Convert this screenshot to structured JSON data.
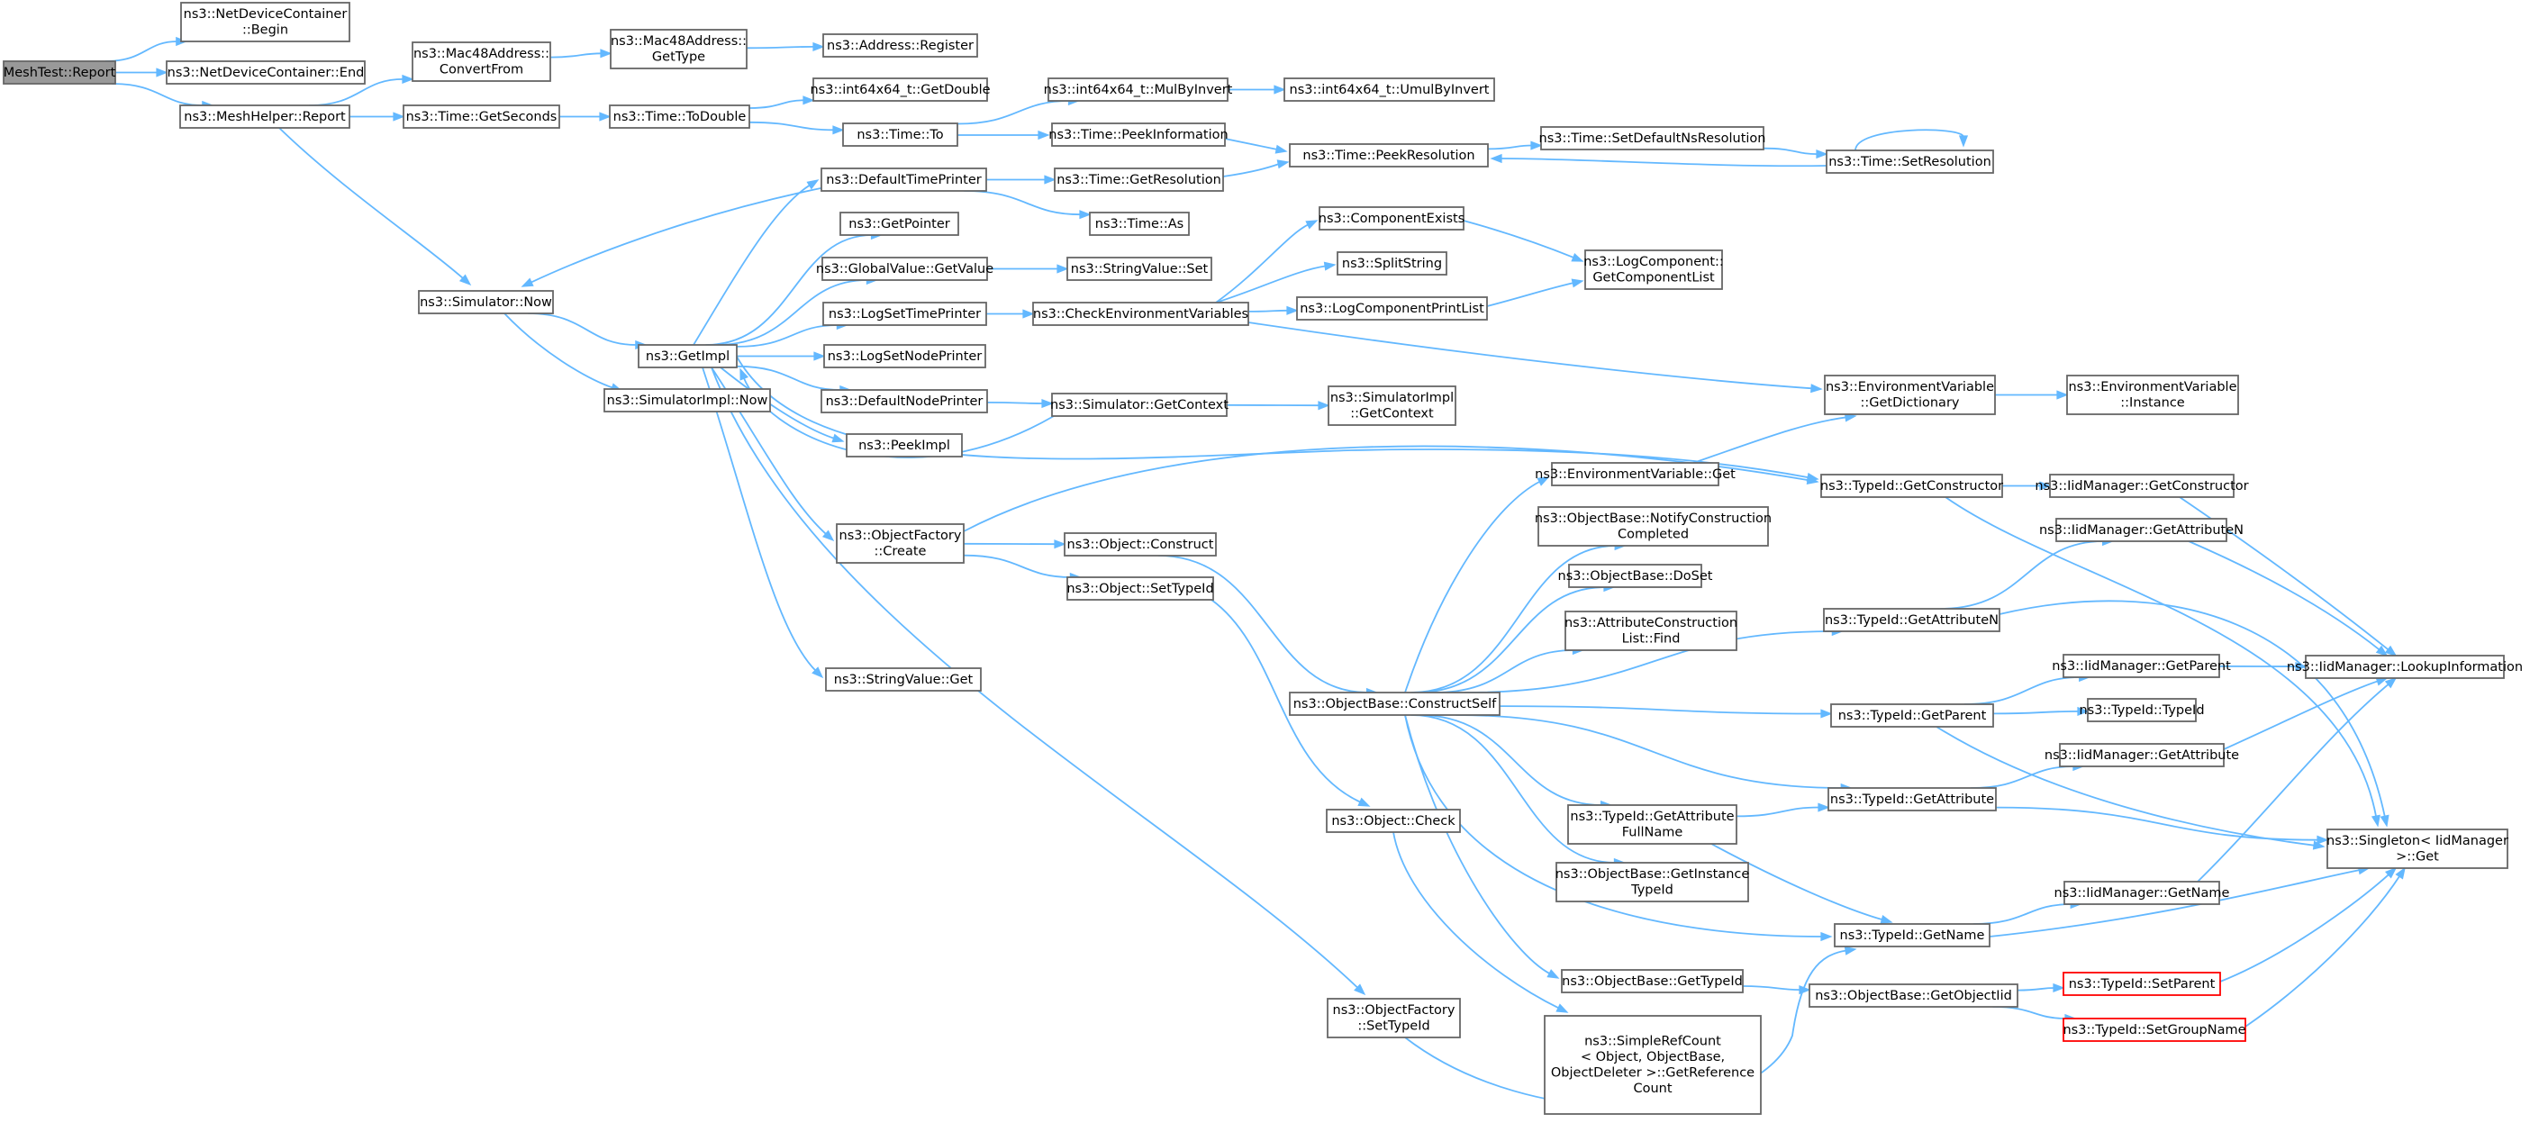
{
  "diagram": {
    "type": "call-graph",
    "colors": {
      "edge": "#63b8ff",
      "node_border": "#666666",
      "root_fill": "#999999",
      "highlight_border": "#ff0000"
    },
    "nodes": [
      {
        "id": "n0",
        "lines": [
          "MeshTest::Report"
        ],
        "root": true
      },
      {
        "id": "n1",
        "lines": [
          "ns3::NetDeviceContainer",
          "::Begin"
        ]
      },
      {
        "id": "n2",
        "lines": [
          "ns3::NetDeviceContainer::End"
        ]
      },
      {
        "id": "n3",
        "lines": [
          "ns3::MeshHelper::Report"
        ]
      },
      {
        "id": "n4",
        "lines": [
          "ns3::Mac48Address::",
          "ConvertFrom"
        ]
      },
      {
        "id": "n5",
        "lines": [
          "ns3::Mac48Address::",
          "GetType"
        ]
      },
      {
        "id": "n6",
        "lines": [
          "ns3::Address::Register"
        ]
      },
      {
        "id": "n7",
        "lines": [
          "ns3::Time::GetSeconds"
        ]
      },
      {
        "id": "n8",
        "lines": [
          "ns3::Time::ToDouble"
        ]
      },
      {
        "id": "n9",
        "lines": [
          "ns3::int64x64_t::GetDouble"
        ]
      },
      {
        "id": "n10",
        "lines": [
          "ns3::Time::To"
        ]
      },
      {
        "id": "n11",
        "lines": [
          "ns3::int64x64_t::MulByInvert"
        ]
      },
      {
        "id": "n12",
        "lines": [
          "ns3::int64x64_t::UmulByInvert"
        ]
      },
      {
        "id": "n13",
        "lines": [
          "ns3::Time::PeekInformation"
        ]
      },
      {
        "id": "n14",
        "lines": [
          "ns3::Time::PeekResolution"
        ]
      },
      {
        "id": "n15",
        "lines": [
          "ns3::Time::SetDefaultNsResolution"
        ]
      },
      {
        "id": "n16",
        "lines": [
          "ns3::Time::SetResolution"
        ]
      },
      {
        "id": "n17",
        "lines": [
          "ns3::Simulator::Now"
        ]
      },
      {
        "id": "n18",
        "lines": [
          "ns3::GetImpl"
        ]
      },
      {
        "id": "n19",
        "lines": [
          "ns3::SimulatorImpl::Now"
        ]
      },
      {
        "id": "n20",
        "lines": [
          "ns3::DefaultTimePrinter"
        ]
      },
      {
        "id": "n21",
        "lines": [
          "ns3::Time::GetResolution"
        ]
      },
      {
        "id": "n22",
        "lines": [
          "ns3::Time::As"
        ]
      },
      {
        "id": "n23",
        "lines": [
          "ns3::GetPointer"
        ]
      },
      {
        "id": "n24",
        "lines": [
          "ns3::GlobalValue::GetValue"
        ]
      },
      {
        "id": "n25",
        "lines": [
          "ns3::StringValue::Set"
        ]
      },
      {
        "id": "n26",
        "lines": [
          "ns3::LogSetTimePrinter"
        ]
      },
      {
        "id": "n27",
        "lines": [
          "ns3::CheckEnvironmentVariables"
        ]
      },
      {
        "id": "n28",
        "lines": [
          "ns3::ComponentExists"
        ]
      },
      {
        "id": "n29",
        "lines": [
          "ns3::SplitString"
        ]
      },
      {
        "id": "n30",
        "lines": [
          "ns3::LogComponentPrintList"
        ]
      },
      {
        "id": "n31",
        "lines": [
          "ns3::LogComponent::",
          "GetComponentList"
        ]
      },
      {
        "id": "n32",
        "lines": [
          "ns3::LogSetNodePrinter"
        ]
      },
      {
        "id": "n33",
        "lines": [
          "ns3::DefaultNodePrinter"
        ]
      },
      {
        "id": "n34",
        "lines": [
          "ns3::Simulator::GetContext"
        ]
      },
      {
        "id": "n35",
        "lines": [
          "ns3::SimulatorImpl",
          "::GetContext"
        ]
      },
      {
        "id": "n36",
        "lines": [
          "ns3::PeekImpl"
        ]
      },
      {
        "id": "n37",
        "lines": [
          "ns3::EnvironmentVariable",
          "::GetDictionary"
        ]
      },
      {
        "id": "n38",
        "lines": [
          "ns3::EnvironmentVariable",
          "::Instance"
        ]
      },
      {
        "id": "n39",
        "lines": [
          "ns3::ObjectFactory",
          "::Create"
        ]
      },
      {
        "id": "n40",
        "lines": [
          "ns3::Object::Construct"
        ]
      },
      {
        "id": "n41",
        "lines": [
          "ns3::Object::SetTypeId"
        ]
      },
      {
        "id": "n42",
        "lines": [
          "ns3::StringValue::Get"
        ]
      },
      {
        "id": "n43",
        "lines": [
          "ns3::EnvironmentVariable::Get"
        ]
      },
      {
        "id": "n44",
        "lines": [
          "ns3::ObjectBase::NotifyConstruction",
          "Completed"
        ]
      },
      {
        "id": "n45",
        "lines": [
          "ns3::ObjectBase::DoSet"
        ]
      },
      {
        "id": "n46",
        "lines": [
          "ns3::AttributeConstruction",
          "List::Find"
        ]
      },
      {
        "id": "n47",
        "lines": [
          "ns3::ObjectBase::ConstructSelf"
        ]
      },
      {
        "id": "n48",
        "lines": [
          "ns3::TypeId::GetConstructor"
        ]
      },
      {
        "id": "n49",
        "lines": [
          "ns3::IidManager::GetConstructor"
        ]
      },
      {
        "id": "n50",
        "lines": [
          "ns3::IidManager::GetAttributeN"
        ]
      },
      {
        "id": "n51",
        "lines": [
          "ns3::TypeId::GetAttributeN"
        ]
      },
      {
        "id": "n52",
        "lines": [
          "ns3::IidManager::GetParent"
        ]
      },
      {
        "id": "n53",
        "lines": [
          "ns3::IidManager::LookupInformation"
        ]
      },
      {
        "id": "n54",
        "lines": [
          "ns3::TypeId::GetParent"
        ]
      },
      {
        "id": "n55",
        "lines": [
          "ns3::TypeId::TypeId"
        ]
      },
      {
        "id": "n56",
        "lines": [
          "ns3::IidManager::GetAttribute"
        ]
      },
      {
        "id": "n57",
        "lines": [
          "ns3::TypeId::GetAttribute"
        ]
      },
      {
        "id": "n58",
        "lines": [
          "ns3::Singleton< IidManager",
          ">::Get"
        ]
      },
      {
        "id": "n59",
        "lines": [
          "ns3::TypeId::GetAttribute",
          "FullName"
        ]
      },
      {
        "id": "n60",
        "lines": [
          "ns3::ObjectBase::GetInstance",
          "TypeId"
        ]
      },
      {
        "id": "n61",
        "lines": [
          "ns3::Object::Check"
        ]
      },
      {
        "id": "n62",
        "lines": [
          "ns3::IidManager::GetName"
        ]
      },
      {
        "id": "n63",
        "lines": [
          "ns3::TypeId::GetName"
        ]
      },
      {
        "id": "n64",
        "lines": [
          "ns3::ObjectBase::GetTypeId"
        ]
      },
      {
        "id": "n65",
        "lines": [
          "ns3::ObjectBase::GetObjectIid"
        ]
      },
      {
        "id": "n66",
        "lines": [
          "ns3::TypeId::SetParent"
        ],
        "highlight": true
      },
      {
        "id": "n67",
        "lines": [
          "ns3::TypeId::SetGroupName"
        ],
        "highlight": true
      },
      {
        "id": "n68",
        "lines": [
          "ns3::ObjectFactory",
          "::SetTypeId"
        ]
      },
      {
        "id": "n69",
        "lines": [
          "ns3::SimpleRefCount",
          "< Object, ObjectBase,",
          "ObjectDeleter >::GetReference",
          "Count"
        ]
      }
    ],
    "edges": [
      [
        "n0",
        "n1"
      ],
      [
        "n0",
        "n2"
      ],
      [
        "n0",
        "n3"
      ],
      [
        "n3",
        "n4"
      ],
      [
        "n3",
        "n7"
      ],
      [
        "n3",
        "n17"
      ],
      [
        "n4",
        "n5"
      ],
      [
        "n5",
        "n6"
      ],
      [
        "n7",
        "n8"
      ],
      [
        "n8",
        "n9"
      ],
      [
        "n8",
        "n10"
      ],
      [
        "n10",
        "n11"
      ],
      [
        "n10",
        "n13"
      ],
      [
        "n11",
        "n12"
      ],
      [
        "n13",
        "n14"
      ],
      [
        "n14",
        "n15"
      ],
      [
        "n15",
        "n16"
      ],
      [
        "n16",
        "n14"
      ],
      [
        "n16",
        "n16"
      ],
      [
        "n17",
        "n18"
      ],
      [
        "n17",
        "n19"
      ],
      [
        "n18",
        "n20"
      ],
      [
        "n18",
        "n23"
      ],
      [
        "n18",
        "n24"
      ],
      [
        "n18",
        "n26"
      ],
      [
        "n18",
        "n32"
      ],
      [
        "n18",
        "n33"
      ],
      [
        "n18",
        "n36"
      ],
      [
        "n18",
        "n39"
      ],
      [
        "n18",
        "n42"
      ],
      [
        "n18",
        "n48"
      ],
      [
        "n18",
        "n68"
      ],
      [
        "n20",
        "n17"
      ],
      [
        "n20",
        "n21"
      ],
      [
        "n20",
        "n22"
      ],
      [
        "n21",
        "n14"
      ],
      [
        "n24",
        "n25"
      ],
      [
        "n26",
        "n27"
      ],
      [
        "n27",
        "n28"
      ],
      [
        "n27",
        "n29"
      ],
      [
        "n27",
        "n30"
      ],
      [
        "n27",
        "n37"
      ],
      [
        "n28",
        "n31"
      ],
      [
        "n30",
        "n31"
      ],
      [
        "n33",
        "n34"
      ],
      [
        "n34",
        "n35"
      ],
      [
        "n34",
        "n18"
      ],
      [
        "n37",
        "n38"
      ],
      [
        "n39",
        "n40"
      ],
      [
        "n39",
        "n41"
      ],
      [
        "n39",
        "n48"
      ],
      [
        "n40",
        "n47"
      ],
      [
        "n41",
        "n61"
      ],
      [
        "n47",
        "n43"
      ],
      [
        "n47",
        "n44"
      ],
      [
        "n47",
        "n45"
      ],
      [
        "n47",
        "n46"
      ],
      [
        "n47",
        "n51"
      ],
      [
        "n47",
        "n54"
      ],
      [
        "n47",
        "n57"
      ],
      [
        "n47",
        "n59"
      ],
      [
        "n47",
        "n60"
      ],
      [
        "n47",
        "n63"
      ],
      [
        "n47",
        "n64"
      ],
      [
        "n43",
        "n37"
      ],
      [
        "n48",
        "n49"
      ],
      [
        "n48",
        "n58"
      ],
      [
        "n49",
        "n53"
      ],
      [
        "n50",
        "n53"
      ],
      [
        "n51",
        "n50"
      ],
      [
        "n51",
        "n58"
      ],
      [
        "n52",
        "n53"
      ],
      [
        "n54",
        "n52"
      ],
      [
        "n54",
        "n55"
      ],
      [
        "n54",
        "n58"
      ],
      [
        "n56",
        "n53"
      ],
      [
        "n57",
        "n56"
      ],
      [
        "n57",
        "n58"
      ],
      [
        "n59",
        "n57"
      ],
      [
        "n59",
        "n63"
      ],
      [
        "n62",
        "n53"
      ],
      [
        "n63",
        "n62"
      ],
      [
        "n63",
        "n58"
      ],
      [
        "n64",
        "n65"
      ],
      [
        "n65",
        "n66"
      ],
      [
        "n65",
        "n67"
      ],
      [
        "n66",
        "n58"
      ],
      [
        "n67",
        "n58"
      ],
      [
        "n61",
        "n69"
      ],
      [
        "n68",
        "n63"
      ]
    ]
  }
}
